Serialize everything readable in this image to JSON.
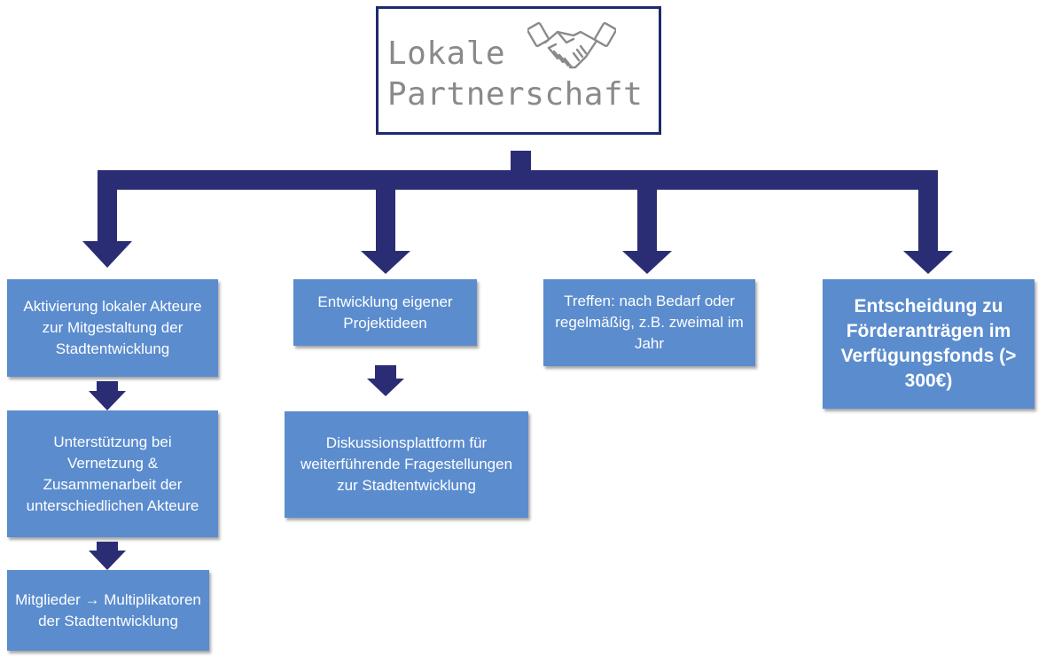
{
  "title": {
    "line1": "Lokale",
    "line2": "Partnerschaft",
    "icon": "handshake-icon"
  },
  "colors": {
    "connector": "#2b2d74",
    "box_fill": "#5b8cce",
    "box_text": "#ffffff",
    "title_text": "#8a8a8a",
    "title_border": "#1f2a6e"
  },
  "boxes": [
    {
      "id": "aktivierung",
      "text": "Aktivierung lokaler Akteure zur Mitgestaltung der Stadtentwicklung"
    },
    {
      "id": "unterstuetzung",
      "text": "Unterstützung bei Vernetzung & Zusammenarbeit der unterschiedlichen Akteure"
    },
    {
      "id": "mitglieder",
      "text": "Mitglieder → Multiplikatoren der Stadtentwicklung"
    },
    {
      "id": "entwicklung",
      "text": "Entwicklung eigener Projektideen"
    },
    {
      "id": "diskussion",
      "text": "Diskussionsplattform für weiterführende Fragestellungen zur Stadtentwicklung"
    },
    {
      "id": "treffen",
      "text": "Treffen: nach Bedarf oder regelmäßig, z.B. zweimal im Jahr"
    },
    {
      "id": "entscheidung",
      "text": "Entscheidung zu Förderanträgen im Verfügungsfonds (> 300€)"
    }
  ]
}
